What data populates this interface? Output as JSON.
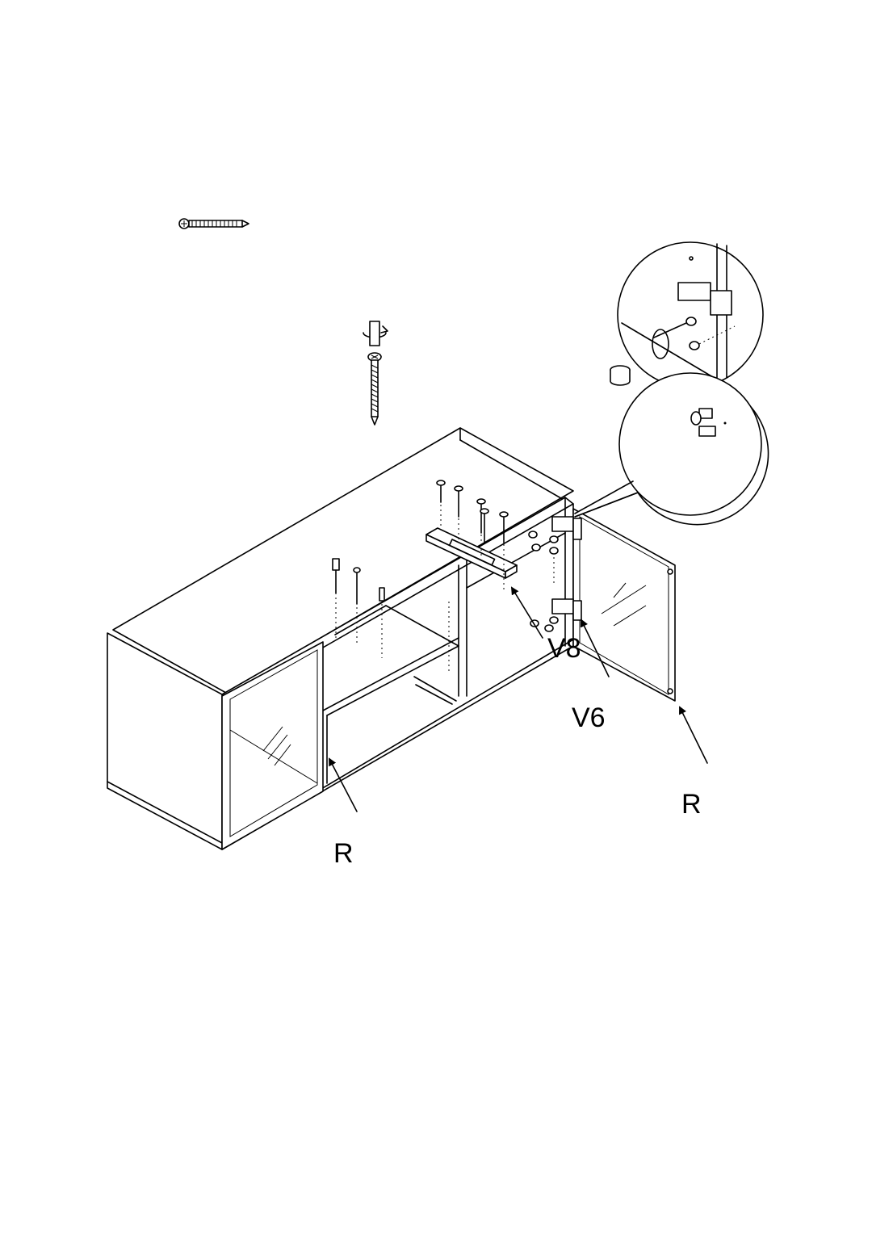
{
  "labels": {
    "v8": "V8",
    "v6": "V6",
    "r_left": "R",
    "r_right": "R"
  },
  "icons": {
    "screw_part": "screw-icon",
    "screwdriver": "screwdriver-icon",
    "hinge_detail": "magnifier-detail-icon",
    "cap": "cap-icon"
  }
}
